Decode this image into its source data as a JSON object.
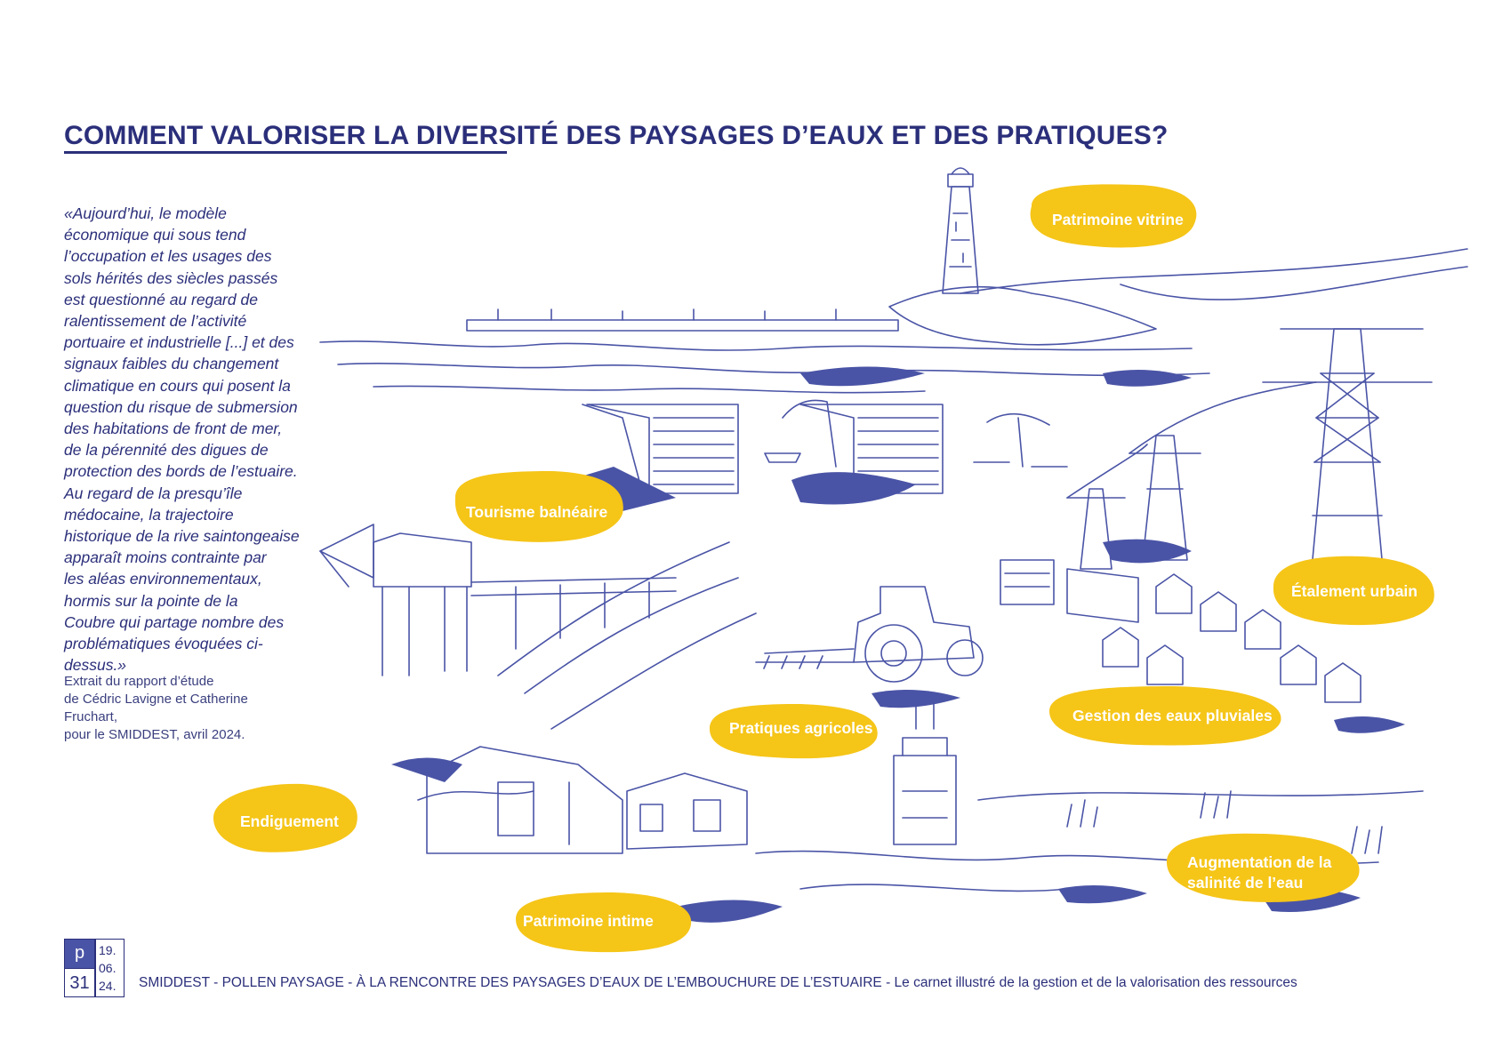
{
  "title": "COMMENT VALORISER LA DIVERSITÉ DES PAYSAGES D’EAUX ET DES PRATIQUES?",
  "quote": {
    "lines": [
      "«Aujourd’hui, le modèle",
      "économique qui sous tend",
      "l’occupation et les usages des",
      "sols hérités des siècles passés",
      "est questionné au regard de",
      "ralentissement de l’activité",
      "portuaire et industrielle [...] et des",
      "signaux faibles du changement",
      "climatique en cours qui posent la",
      "question du risque de submersion",
      "des habitations de front de mer,",
      "de la pérennité des digues de",
      "protection des bords de l’estuaire.",
      "Au regard de la presqu’île",
      "médocaine, la trajectoire",
      "historique de la rive saintongeaise",
      "apparaît moins contrainte par",
      "les aléas environnementaux,",
      "hormis sur la pointe de la",
      "Coubre qui partage nombre des",
      "problématiques évoquées ci-",
      "dessus.»"
    ],
    "source_lines": [
      "Extrait du rapport d’étude",
      "de Cédric Lavigne et Catherine",
      "Fruchart,",
      "pour le SMIDDEST, avril 2024."
    ]
  },
  "labels": {
    "patrimoine_vitrine": "Patrimoine vitrine",
    "tourisme_balneaire": "Tourisme balnéaire",
    "etalement_urbain": "Étalement urbain",
    "pratiques_agricoles": "Pratiques agricoles",
    "gestion_eaux_pluviales": "Gestion des eaux pluviales",
    "endiguement": "Endiguement",
    "augmentation_salinite_1": "Augmentation de la",
    "augmentation_salinite_2": "salinité de l’eau",
    "patrimoine_intime": "Patrimoine intime"
  },
  "footer": {
    "page_letter": "p",
    "page_number": "31",
    "date_day": "19.",
    "date_month": "06.",
    "date_year": "24.",
    "text": "SMIDDEST - POLLEN PAYSAGE  - À LA RENCONTRE DES PAYSAGES D’EAUX DE L’EMBOUCHURE DE L’ESTUAIRE - Le carnet illustré de la gestion et de la valorisation des ressources"
  },
  "colors": {
    "ink": "#2b2f7a",
    "illustration_blue": "#4a54a6",
    "label_yellow": "#f5c518"
  }
}
